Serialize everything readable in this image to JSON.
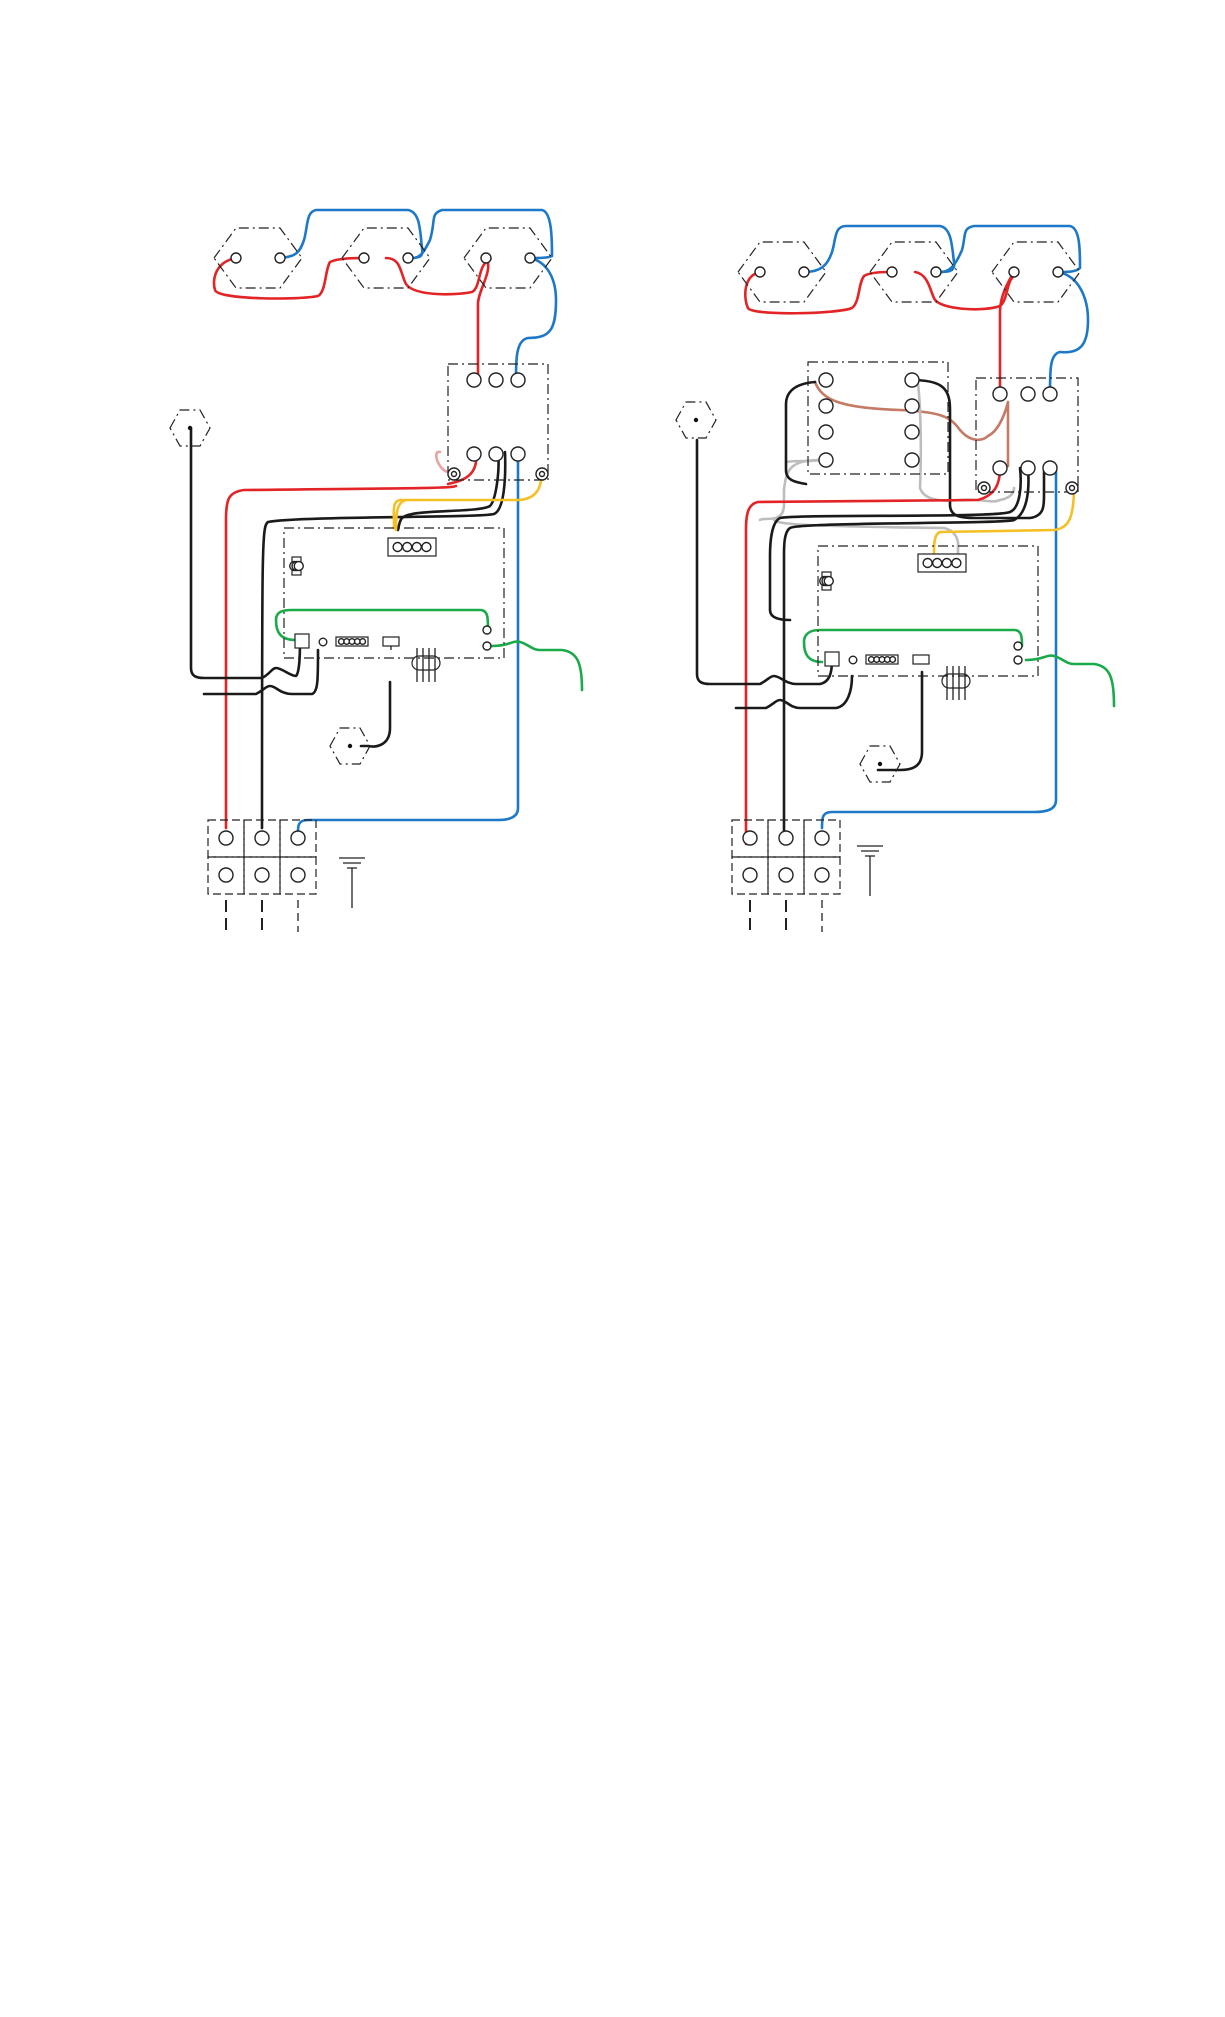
{
  "colors": {
    "red": "#e32426",
    "blue": "#1e78c8",
    "black": "#1a1a1a",
    "yellow": "#f5bf26",
    "green": "#1aaa4a",
    "gray": "#bdbdbd",
    "pink": "#e8a3a3",
    "brown": "#c47a64",
    "line": "#222222"
  },
  "diagrams": [
    {
      "name": "wiring-diagram-left",
      "variant": "without-relay-board"
    },
    {
      "name": "wiring-diagram-right",
      "variant": "with-relay-board"
    }
  ]
}
